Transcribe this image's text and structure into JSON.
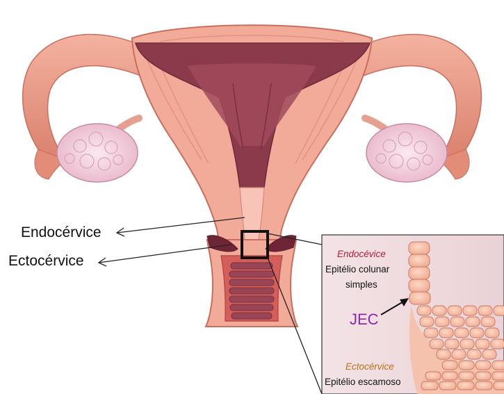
{
  "labels": {
    "endocervix": "Endocérvice",
    "ectocervix": "Ectocérvice"
  },
  "inset": {
    "endocervix_title": "Endocévice",
    "endocervix_line1": "Epitélio colunar",
    "endocervix_line2": "simples",
    "junction": "JEC",
    "ectocervix_title": "Ectocérvice",
    "ectocervix_desc": "Epitélio escamoso"
  },
  "colors": {
    "tissue": "#f0a898",
    "tissue_dark": "#d97a6a",
    "cavity": "#8a3a4a",
    "ovary": "#f1d3e0",
    "endocervix_text": "#b0203a",
    "ectocervix_text": "#b8721a",
    "jec_text": "#8a28a8"
  }
}
